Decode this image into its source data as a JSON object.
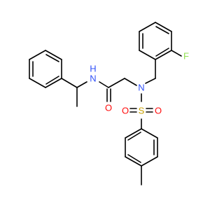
{
  "molecule": {
    "atoms": {
      "F": "F",
      "N_amide": "N",
      "H_amide": "H",
      "O_carbonyl": "O",
      "N_sulfonamide": "N",
      "S": "S",
      "O_sulfonyl_left": "O",
      "O_sulfonyl_right": "O"
    },
    "colors": {
      "bond": "#000000",
      "F": "#90E050",
      "N": "#3050F8",
      "O": "#FF0D0D",
      "S": "#C8A000"
    }
  }
}
